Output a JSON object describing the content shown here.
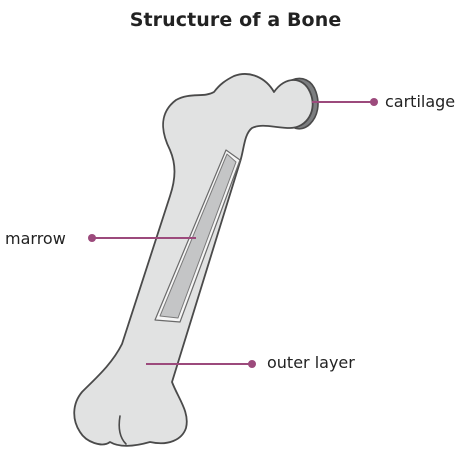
{
  "title": "Structure of a Bone",
  "labels": {
    "cartilage": "cartilage",
    "marrow": "marrow",
    "outer_layer": "outer layer"
  },
  "colors": {
    "bone_fill": "#e1e2e2",
    "bone_outline": "#4a4a4a",
    "marrow_fill": "#c4c5c6",
    "cartilage_fill": "#7c7e80",
    "leader_line": "#9c4a7c"
  }
}
